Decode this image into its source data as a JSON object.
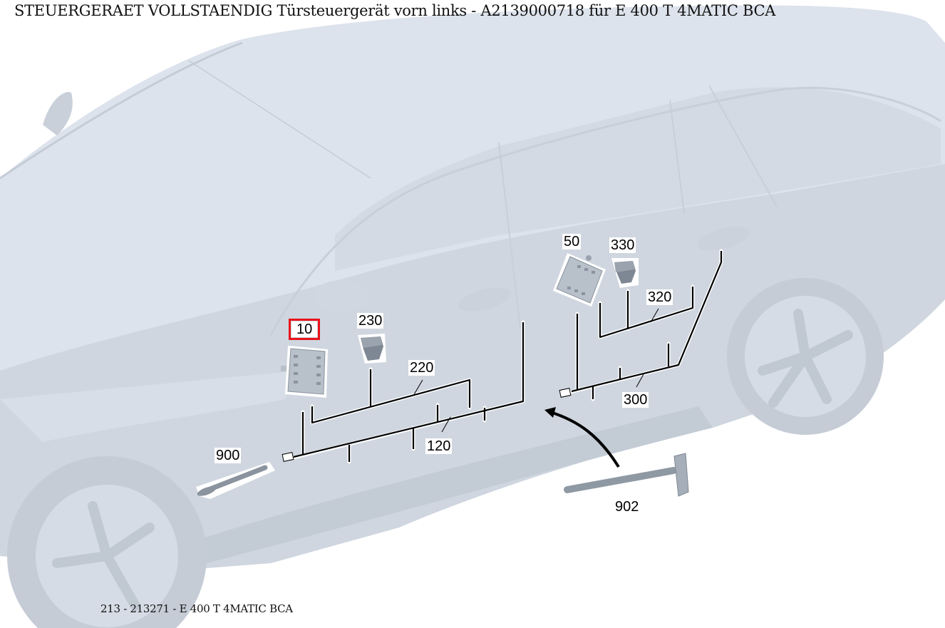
{
  "header": {
    "title": "STEUERGERAET VOLLSTAENDIG Türsteuergerät vorn links - A2139000718 für E 400 T 4MATIC BCA"
  },
  "footer": {
    "model_line": "213 - 213271 - E 400 T 4MATIC BCA"
  },
  "diagram": {
    "highlight_color": "#e8141a",
    "body_color": "#dde3ec",
    "line_color": "#000000",
    "callouts": [
      {
        "id": "10",
        "label": "10",
        "highlighted": true,
        "part": "door-control-unit-front-left"
      },
      {
        "id": "230",
        "label": "230",
        "highlighted": false,
        "part": "connector-front"
      },
      {
        "id": "220",
        "label": "220",
        "highlighted": false,
        "part": "wiring-harness-front-upper"
      },
      {
        "id": "120",
        "label": "120",
        "highlighted": false,
        "part": "wiring-harness-front-lower"
      },
      {
        "id": "900",
        "label": "900",
        "highlighted": false,
        "part": "cable-grommet-front"
      },
      {
        "id": "50",
        "label": "50",
        "highlighted": false,
        "part": "door-control-unit-rear"
      },
      {
        "id": "330",
        "label": "330",
        "highlighted": false,
        "part": "connector-rear"
      },
      {
        "id": "320",
        "label": "320",
        "highlighted": false,
        "part": "wiring-harness-rear-upper"
      },
      {
        "id": "300",
        "label": "300",
        "highlighted": false,
        "part": "wiring-harness-rear-lower"
      },
      {
        "id": "902",
        "label": "902",
        "highlighted": false,
        "part": "cable-grommet-rear"
      }
    ]
  }
}
